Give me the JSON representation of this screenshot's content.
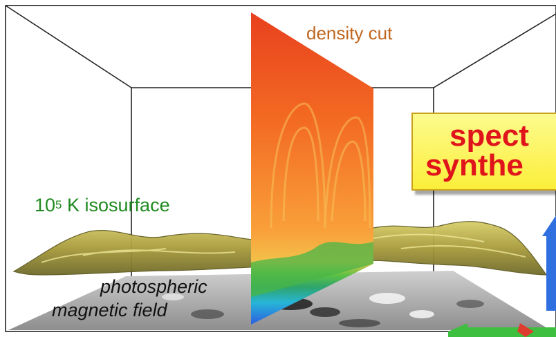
{
  "labels": {
    "density_cut": "density cut",
    "isosurface_base": "10",
    "isosurface_exp": "5",
    "isosurface_rest": " K isosurface",
    "photospheric": "photospheric",
    "magnetic_field": "magnetic field"
  },
  "callout": {
    "line1": "spect",
    "line2": "synthe"
  },
  "colors": {
    "density_label": "#c0661e",
    "isosurface_label": "#1f8a1f",
    "callout_text": "#e0141b",
    "callout_fill": "#fbee3a",
    "axis_arrow_blue": "#2f6fe0",
    "axis_arrow_green": "#3fbf3f",
    "axis_arrow_red": "#e03b2f"
  }
}
